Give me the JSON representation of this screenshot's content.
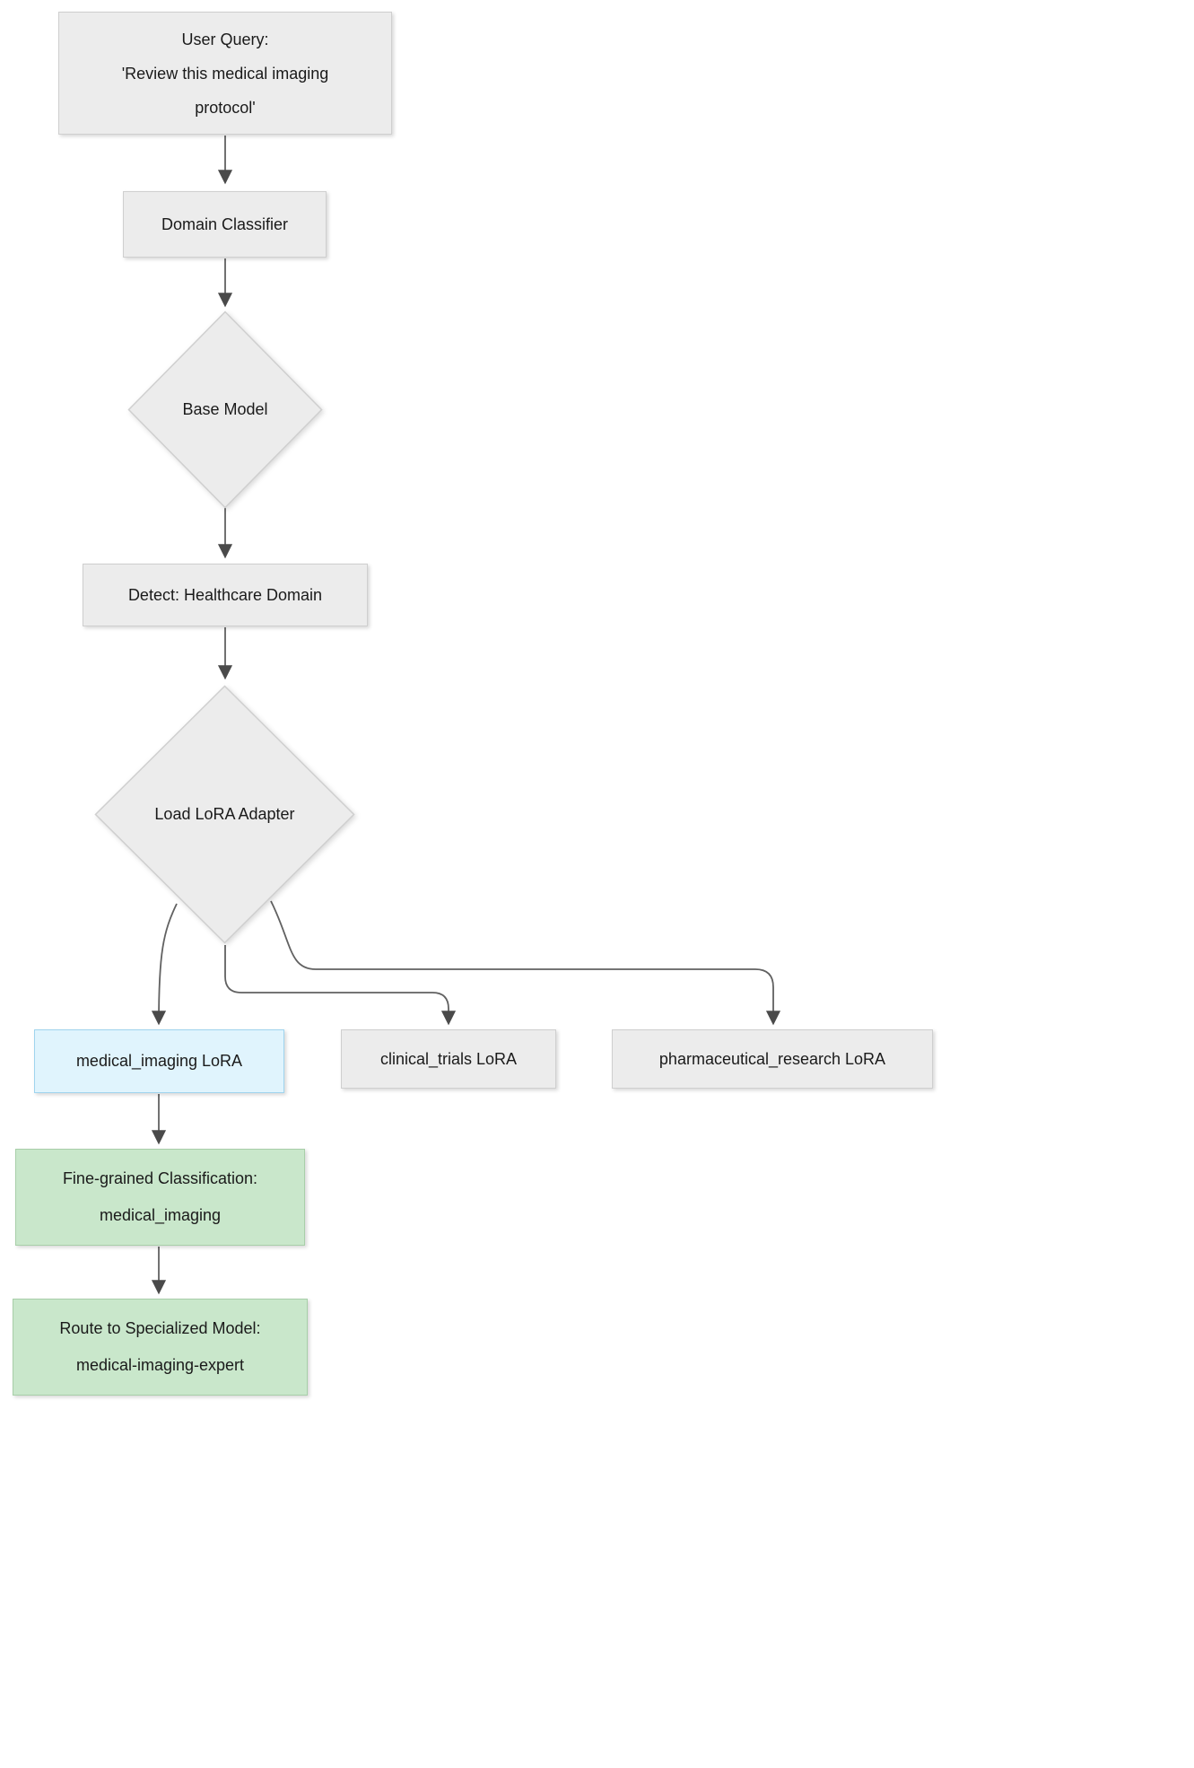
{
  "diagram": {
    "nodes": {
      "user_query": {
        "lines": [
          "User Query:",
          "'Review this medical imaging",
          "protocol'"
        ]
      },
      "domain_classifier": {
        "label": "Domain Classifier"
      },
      "base_model": {
        "label": "Base Model"
      },
      "detect_healthcare": {
        "label": "Detect: Healthcare Domain"
      },
      "load_lora_adapter": {
        "label": "Load LoRA Adapter"
      },
      "medical_imaging_lora": {
        "label": "medical_imaging LoRA"
      },
      "clinical_trials_lora": {
        "label": "clinical_trials LoRA"
      },
      "pharmaceutical_research_lora": {
        "label": "pharmaceutical_research LoRA"
      },
      "fine_grained_classification": {
        "lines": [
          "Fine-grained Classification:",
          "medical_imaging"
        ]
      },
      "route_to_specialized_model": {
        "lines": [
          "Route to Specialized Model:",
          "medical-imaging-expert"
        ]
      }
    },
    "colors": {
      "node_fill": "#ececec",
      "node_border": "#cfcfcf",
      "highlight_fill": "#e0f4fd",
      "highlight_border": "#9fd4ee",
      "result_fill": "#c9e7cb",
      "result_border": "#a8cfa9",
      "edge_stroke": "#616161",
      "arrowhead_fill": "#4a4a4a"
    }
  }
}
